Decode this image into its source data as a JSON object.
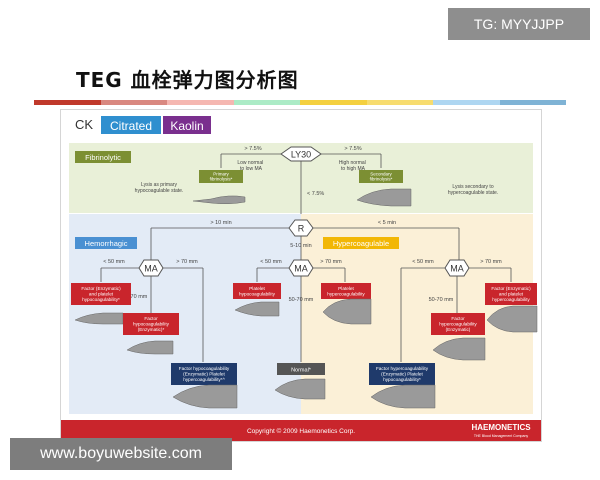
{
  "watermark_tg": "TG: MYYJJPP",
  "page_title": "TEG 血栓弹力图分析图",
  "color_strip": [
    "#c0392b",
    "#d98880",
    "#f5b7b1",
    "#abebc6",
    "#f4d03f",
    "#f7dc6f",
    "#aed6f1",
    "#7fb3d5"
  ],
  "header": {
    "ck": "CK",
    "citrated": "Citrated",
    "kaolin": "Kaolin"
  },
  "fibrinolytic": {
    "label": "Fibrinolytic",
    "ly30": "LY30",
    "gt_left": "> 7.5%",
    "gt_right": "> 7.5%",
    "low_normal": "Low normal\nto low MA",
    "high_normal": "High normal\nto high MA",
    "primary": "Primary\nfibrinolysis*",
    "secondary": "Secondary\nfibrinolysis*",
    "lysis_primary": "Lysis as primary\nhypocoagulable state.",
    "lysis_secondary": "Lysis secondary to\nhypercoagulable state.",
    "lt": "< 7.5%"
  },
  "r_section": {
    "r": "R",
    "gt10": "> 10 min",
    "lt5": "< 5 min",
    "range": "5-10 min",
    "hemorrhagic": "Hemorrhagic",
    "hypercoagulable": "Hypercoagulable"
  },
  "left_branch": {
    "ma": "MA",
    "lt50": "< 50 mm",
    "gt70": "> 70 mm",
    "range": "50-70 mm",
    "box1": "Factor (Enzymatic)\nand platelet\nhypocoagulability*",
    "box2": "Factor\nhypocoagulability\n(Enzymatic)*",
    "box3": "Factor hypocoagulability\n(Enzymatic) Platelet\nhypercoagulability*^"
  },
  "middle_branch": {
    "ma": "MA",
    "lt50": "< 50 mm",
    "gt70": "> 70 mm",
    "range": "50-70 mm",
    "box1": "Platelet\nhypocoagulability",
    "box2": "Platelet\nhypercoagulability",
    "normal": "Normal*"
  },
  "right_branch": {
    "ma": "MA",
    "lt50": "< 50 mm",
    "gt70": "> 70 mm",
    "range": "50-70 mm",
    "box1": "Factor (Enzymatic)\nand platelet\nhypercoagulability",
    "box2": "Factor hypercoagulability\n(Enzymatic) Platelet\nhypocoagulability*",
    "box3": "Factor\nhypercoagulability\n(Enzymatic)"
  },
  "footer": {
    "copyright": "Copyright © 2009 Haemonetics Corp.",
    "brand": "HAEMONETICS",
    "brand_sub": "THE Blood Management Company"
  },
  "watermark_site": "www.boyuwebsite.com"
}
